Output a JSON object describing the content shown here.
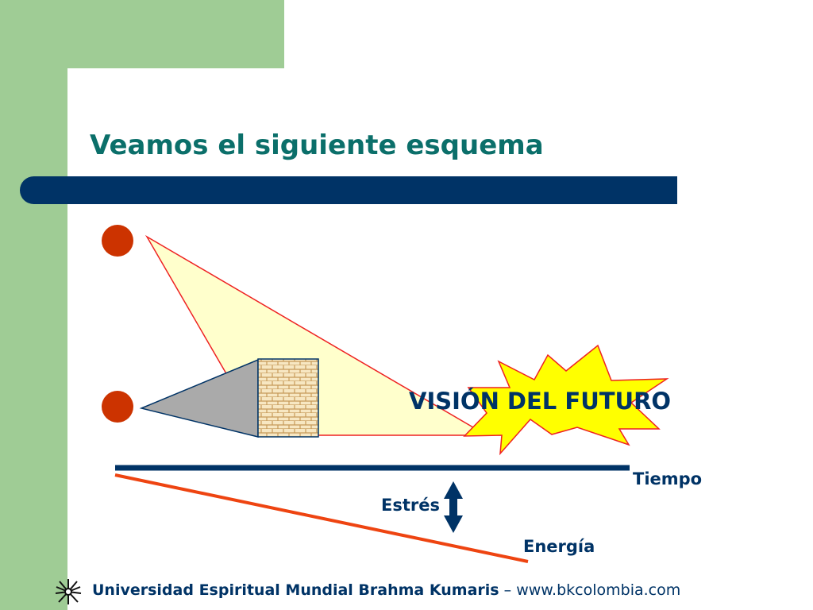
{
  "slide": {
    "title": "Veamos el siguiente esquema"
  },
  "diagram": {
    "vision_label": "VISIÓN DEL FUTURO",
    "time_label": "Tiempo",
    "stress_label": "Estrés",
    "energy_label": "Energía",
    "colors": {
      "dot": "#cc3300",
      "vision_cone_fill": "#ffffcc",
      "vision_cone_stroke": "#ee2222",
      "wall_pyramid": "#aaaaaa",
      "starburst_fill": "#ffff00",
      "starburst_stroke": "#ee2222",
      "time_axis": "#003366",
      "energy_line": "#ee4411",
      "arrow": "#003366"
    }
  },
  "footer": {
    "org_name": "Universidad Espiritual Mundial Brahma Kumaris",
    "separator": " – ",
    "website": "www.bkcolombia.com"
  }
}
